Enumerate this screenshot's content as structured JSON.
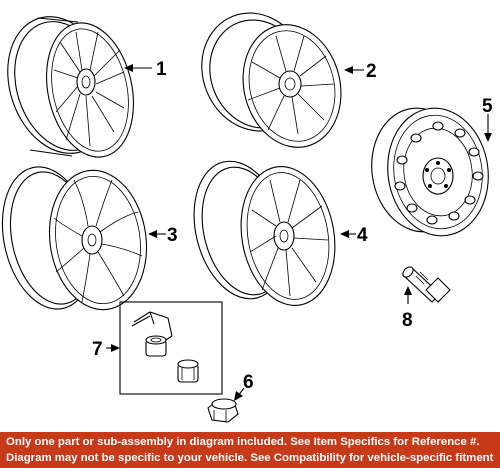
{
  "callouts": {
    "c1": "1",
    "c2": "2",
    "c3": "3",
    "c4": "4",
    "c5": "5",
    "c6": "6",
    "c7": "7",
    "c8": "8"
  },
  "footer": {
    "line1": "Only one part or sub-assembly in diagram included. See Item Specifics for Reference #.",
    "line2": "Diagram may not be specific to your vehicle. See Compatibility for vehicle-specific fitment."
  },
  "colors": {
    "footer_bg": "#c63a1a",
    "footer_text": "#ffffff"
  }
}
